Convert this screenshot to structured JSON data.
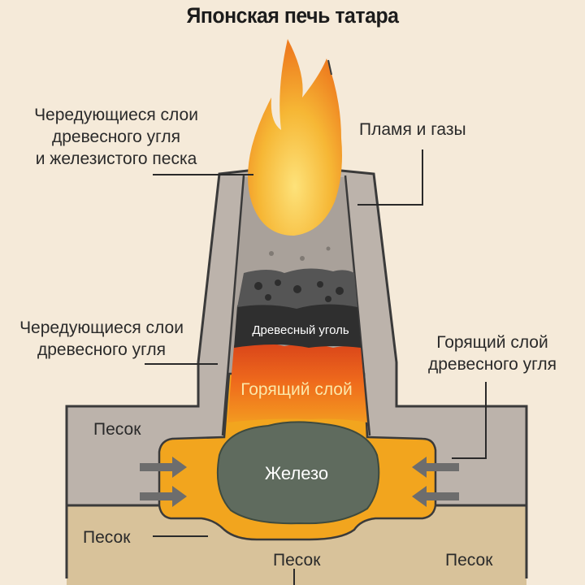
{
  "title": "Японская печь татара",
  "labels": {
    "top_left": [
      "Чередующиеся слои",
      "древесного угля",
      "и железистого песка"
    ],
    "top_right": "Пламя и газы",
    "mid_left": [
      "Чередующиеся слои",
      "древесного угля"
    ],
    "mid_right": [
      "Горящий слой",
      "древесного угля"
    ],
    "sand_left_arrow": "Песок",
    "sand_left_ground": "Песок",
    "sand_bottom_center": "Песок",
    "sand_bottom_right": "Песок"
  },
  "inner": {
    "charcoal": "Древесный уголь",
    "burning": "Горящий слой",
    "iron": "Железо"
  },
  "colors": {
    "background": "#f5ead9",
    "wall": "#bcb3ab",
    "wall_outline": "#3a3a3a",
    "ground": "#d8c29a",
    "charcoal": "#3b3b3b",
    "burning": "#e4581c",
    "hot_zone": "#f2a51e",
    "iron": "#5f6b5e",
    "flame_outer": "#ee7d1f",
    "flame_inner": "#f9c93c"
  }
}
